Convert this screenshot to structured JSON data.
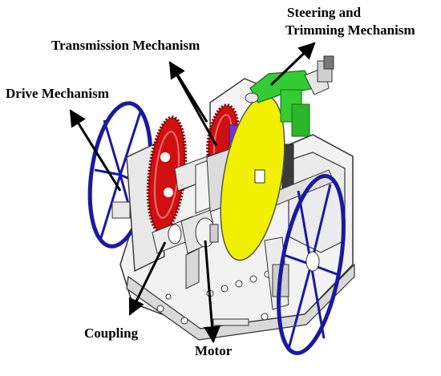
{
  "labels": {
    "steering_line1": "Steering and",
    "steering_line2": "Trimming Mechanism",
    "transmission": "Transmission Mechanism",
    "drive": "Drive Mechanism",
    "coupling": "Coupling",
    "motor": "Motor"
  },
  "colors": {
    "wheel": "#1a1aa0",
    "gear": "#d01010",
    "disc": "#f0f000",
    "steering_part": "#33cc33",
    "frame": "#f2f2f2",
    "outline": "#333333"
  }
}
